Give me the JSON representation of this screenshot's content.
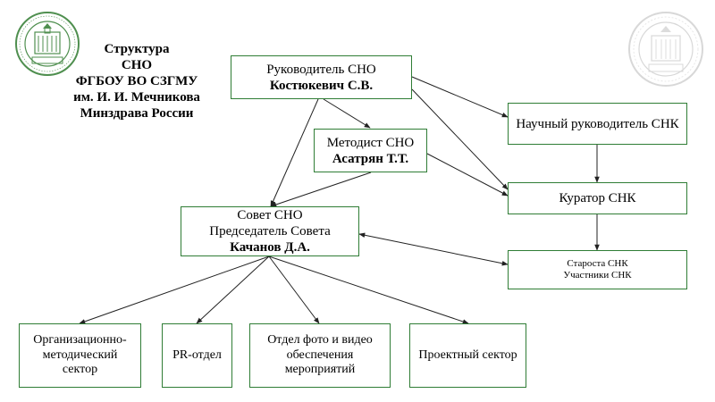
{
  "colors": {
    "box_border": "#2f7d35",
    "arrow": "#222222",
    "seal": "#4f8f4f",
    "seal_faded": "#d8d8d8"
  },
  "logos": {
    "left": "university-seal",
    "right": "university-seal-watermark"
  },
  "title": [
    "Структура",
    "СНО",
    "ФГБОУ ВО СЗГМУ",
    "им. И. И. Мечникова",
    "Минздрава России"
  ],
  "nodes": {
    "rukovoditel": {
      "line1": "Руководитель СНО",
      "line2": "Костюкевич С.В."
    },
    "metodist": {
      "line1": "Методист СНО",
      "line2": "Асатрян Т.Т."
    },
    "nauchny": {
      "line1": "Научный руководитель СНК"
    },
    "kurator": {
      "line1": "Куратор СНК"
    },
    "sovet": {
      "line1": "Совет СНО",
      "line2": "Председатель Совета",
      "line3": "Качанов Д.А."
    },
    "starosta": {
      "line1": "Староста СНК",
      "line2": "Участники СНК"
    },
    "org": {
      "line1": "Организационно-",
      "line2": "методический",
      "line3": "сектор"
    },
    "pr": {
      "line1": "PR-отдел"
    },
    "foto": {
      "line1": "Отдел фото и видео",
      "line2": "обеспечения",
      "line3": "мероприятий"
    },
    "proekt": {
      "line1": "Проектный сектор"
    }
  }
}
